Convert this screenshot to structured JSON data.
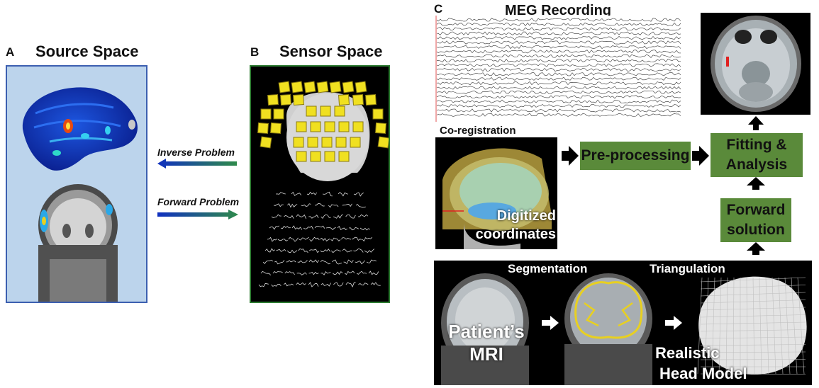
{
  "panel_a": {
    "letter": "A",
    "title": "Source Space"
  },
  "panel_b": {
    "letter": "B",
    "title": "Sensor Space"
  },
  "panel_c": {
    "letter": "C"
  },
  "arrows": {
    "inverse": "Inverse Problem",
    "forward": "Forward Problem"
  },
  "meg": {
    "title": "MEG Recording"
  },
  "coreg": {
    "title": "Co-registration",
    "digitized": [
      "Digitized",
      "coordinates"
    ]
  },
  "steps": {
    "preprocessing": "Pre-processing",
    "fitting": [
      "Fitting &",
      "Analysis"
    ],
    "forward_solution": [
      "Forward",
      "solution"
    ]
  },
  "mri_strip": {
    "segmentation": "Segmentation",
    "triangulation": "Triangulation",
    "patient": [
      "Patient’s",
      "MRI"
    ],
    "head_model": [
      "Realistic",
      "Head Model"
    ]
  },
  "colors": {
    "step_box": "#5a8a3a",
    "panel_a_bg": "#bcd4ec",
    "panel_a_border": "#3c5fb0",
    "panel_b_border": "#2e7d32"
  }
}
